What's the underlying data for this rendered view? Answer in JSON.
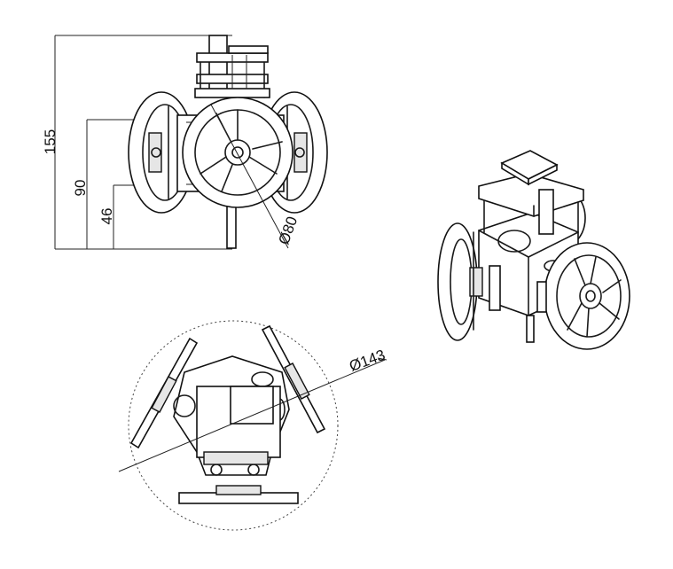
{
  "dimensions": {
    "height_total": "155",
    "height_mid": "90",
    "height_low": "46",
    "wheel_diameter": "Ø80",
    "footprint_diameter": "Ø143"
  }
}
